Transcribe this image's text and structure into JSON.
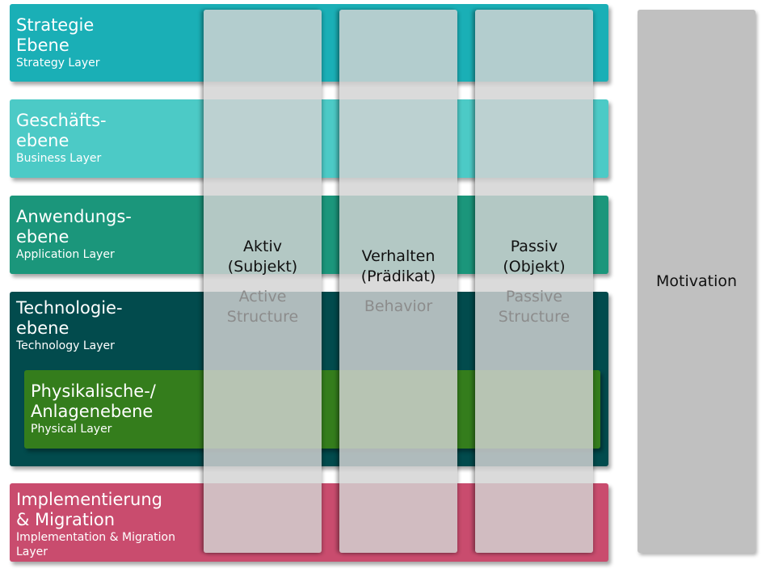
{
  "layers": [
    {
      "de": "Strategie Ebene",
      "de1": "Strategie",
      "de2": "Ebene",
      "en": "Strategy Layer",
      "color": "#1aafb6"
    },
    {
      "de1": "Geschäfts-",
      "de2": "ebene",
      "en": "Business Layer",
      "color": "#4ccac6"
    },
    {
      "de1": "Anwendungs-",
      "de2": "ebene",
      "en": "Application Layer",
      "color": "#1b967b"
    },
    {
      "de1": "Technologie-",
      "de2": "ebene",
      "en": "Technology Layer",
      "color": "#024b4d"
    },
    {
      "de1": "Physikalische-/",
      "de2": "Anlagenebene",
      "en": "Physical Layer",
      "color": "#347d1c"
    },
    {
      "de1": "Implementierung",
      "de2": "& Migration",
      "en": "Implementation & Migration Layer",
      "color": "#c94c6e"
    }
  ],
  "columns": [
    {
      "de1": "Aktiv",
      "de2": "(Subjekt)",
      "en1": "Active",
      "en2": "Structure"
    },
    {
      "de1": "Verhalten",
      "de2": "(Prädikat)",
      "en1": "Behavior"
    },
    {
      "de1": "Passiv",
      "de2": "(Objekt)",
      "en1": "Passive",
      "en2": "Structure"
    }
  ],
  "motivation": "Motivation"
}
